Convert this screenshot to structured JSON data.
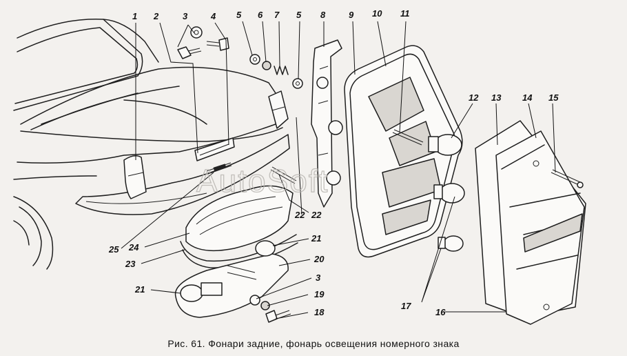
{
  "caption": "Рис. 61. Фонари задние, фонарь освещения номерного знака",
  "watermark": "AutoSoft",
  "callouts": [
    "1",
    "2",
    "3",
    "4",
    "5",
    "6",
    "7",
    "5",
    "8",
    "9",
    "10",
    "11",
    "12",
    "13",
    "14",
    "15",
    "16",
    "17",
    "18",
    "19",
    "3",
    "20",
    "21",
    "21",
    "22",
    "22",
    "23",
    "24",
    "25"
  ]
}
